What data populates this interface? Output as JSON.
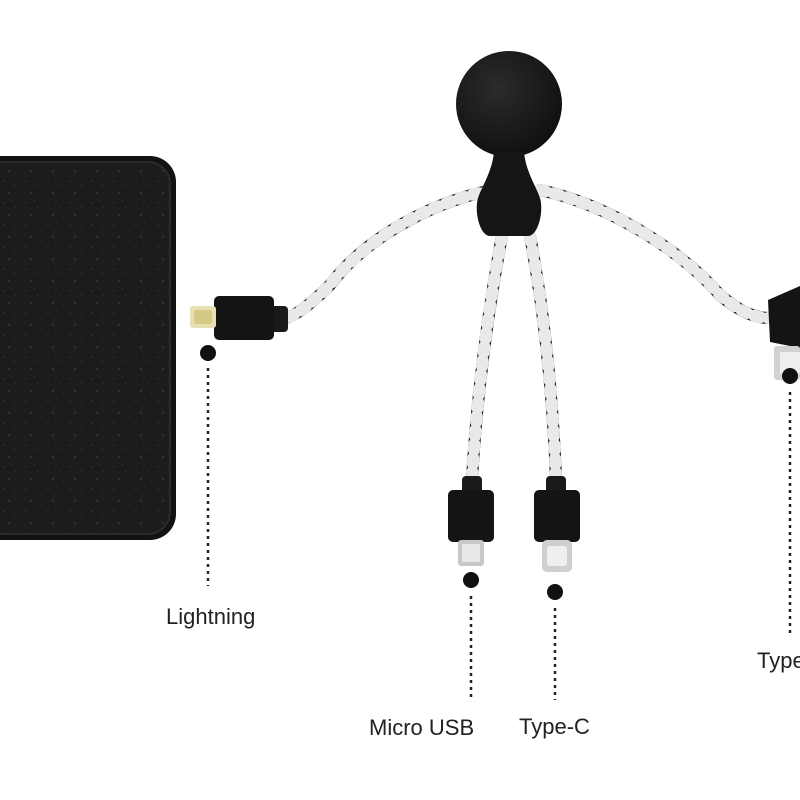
{
  "labels": {
    "lightning": "Lightning",
    "micro_usb": "Micro USB",
    "type_c": "Type-C",
    "type_c_usb_partial": "Type-"
  },
  "colors": {
    "background": "#ffffff",
    "product": "#161616",
    "cable_light": "#e9e9e9",
    "label_text": "#222222"
  }
}
